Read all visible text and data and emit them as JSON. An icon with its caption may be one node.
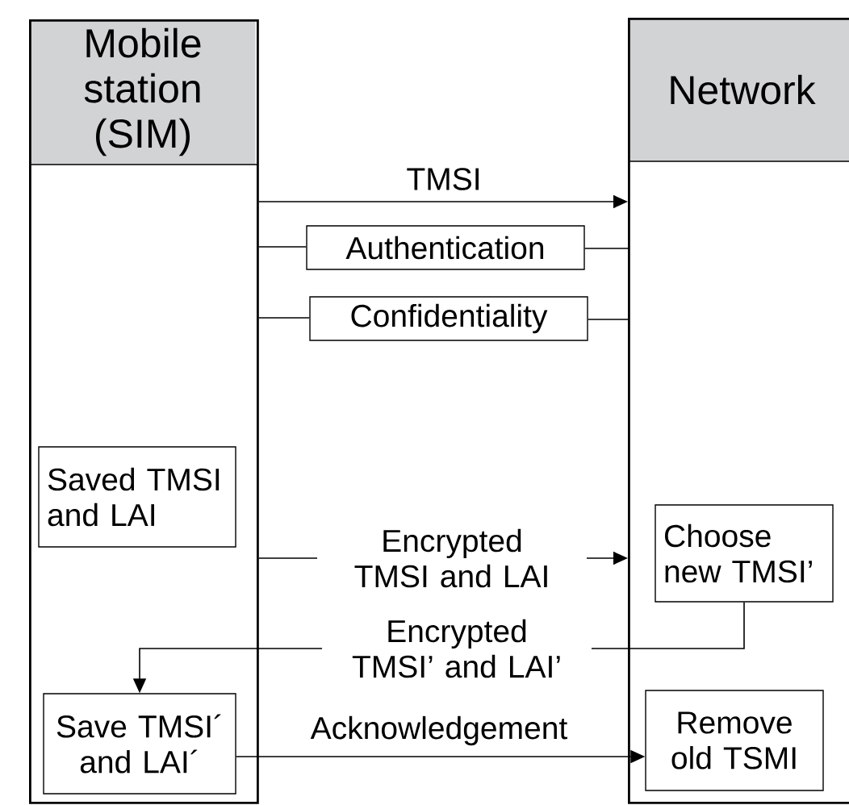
{
  "diagram": {
    "nodes": [
      {
        "text": [
          "Mobile station (SIM)"
        ]
      },
      {
        "text": [
          "Network"
        ]
      },
      {
        "text": [
          "Authentication"
        ]
      },
      {
        "text": [
          "Confidentiality"
        ]
      },
      {
        "text": [
          "Saved TMSI and LAI"
        ],
        "in": 0
      },
      {
        "text": [
          "Choose new TMSI’"
        ],
        "in": 1
      },
      {
        "text": [
          "Save TMSI´ and LAI´"
        ],
        "in": 0
      },
      {
        "text": [
          "Remove old TSMI"
        ],
        "in": 1
      }
    ],
    "edges": [
      {
        "from": 0,
        "to": 1,
        "arrow": "to",
        "label": "TMSI"
      },
      {
        "from": 0,
        "to": 2,
        "arrow": "none"
      },
      {
        "from": 2,
        "to": 1,
        "arrow": "none"
      },
      {
        "from": 0,
        "to": 3,
        "arrow": "none"
      },
      {
        "from": 3,
        "to": 1,
        "arrow": "none"
      },
      {
        "from": 0,
        "to": 1,
        "arrow": "to",
        "label": "Encrypted TMSI and LAI"
      },
      {
        "from": 5,
        "to": 6,
        "arrow": "to",
        "label": "Encrypted TMSI’ and LAI’"
      },
      {
        "from": 6,
        "to": 7,
        "arrow": "to",
        "label": "Acknowledgement"
      }
    ]
  }
}
